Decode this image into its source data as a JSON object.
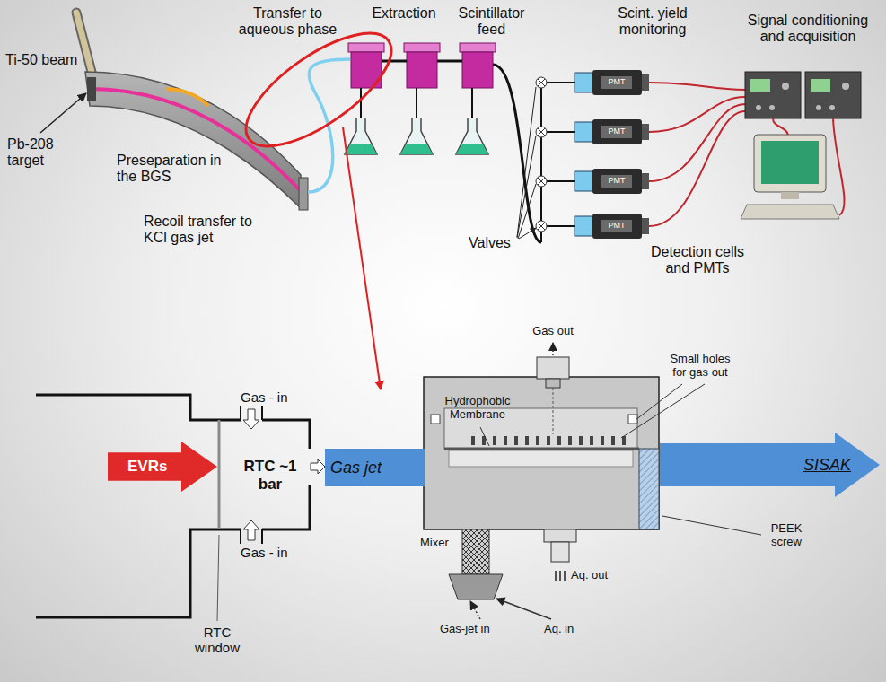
{
  "diagram": {
    "nodes": [
      {
        "text": [
          "EVRs"
        ]
      },
      {
        "text": [
          "RTC ~1 bar"
        ]
      },
      {
        "text": [
          "Gas jet"
        ]
      },
      {
        "text": [
          "SISAK"
        ]
      }
    ],
    "labels": [
      "Ti-50 beam",
      "Pb-208 target",
      "Preseparation in the BGS",
      "Recoil transfer to KCl gas jet",
      "Transfer to aqueous phase",
      "Extraction",
      "Scintillator feed",
      "Scint. yield monitoring",
      "Signal conditioning and acquisition",
      "Valves",
      "Detection cells and PMTs",
      "PMT",
      "PMT",
      "PMT",
      "PMT",
      "Gas - in",
      "Gas - in",
      "RTC window",
      "Gas out",
      "Small holes for gas out",
      "Hydrophobic Membrane",
      "Mixer",
      "PEEK screw",
      "Gas-jet in",
      "Aq. in",
      "Aq. out"
    ]
  }
}
